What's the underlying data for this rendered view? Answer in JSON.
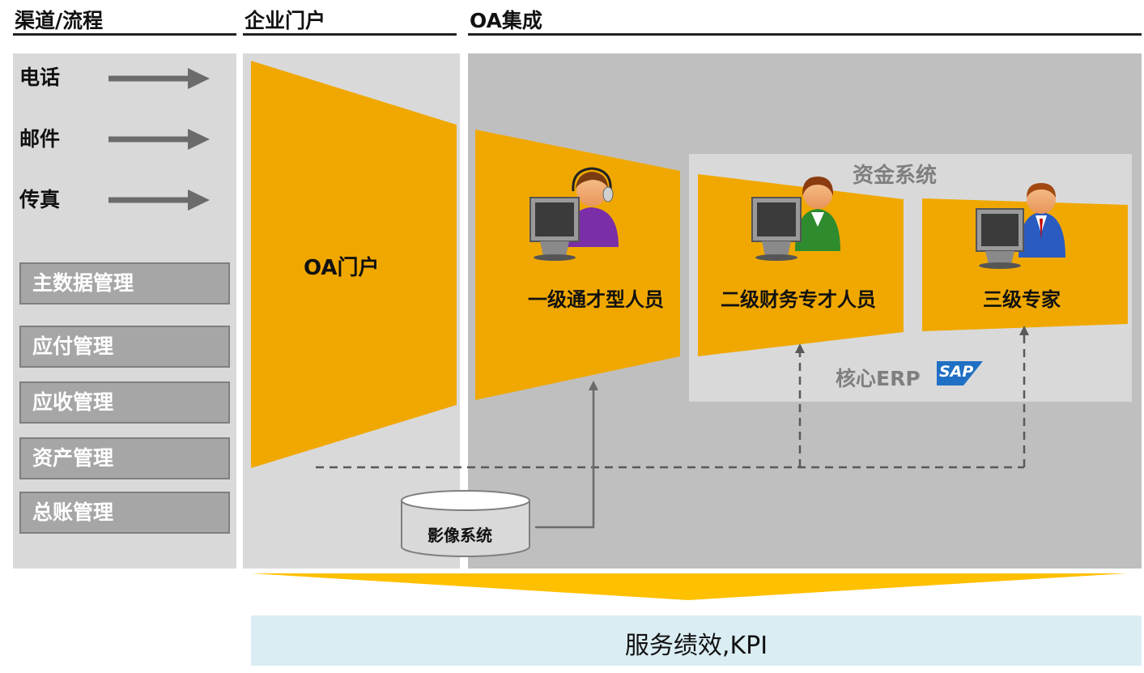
{
  "headers": {
    "channel": "渠道/流程",
    "portal": "企业门户",
    "oa": "OA集成"
  },
  "channels": [
    "电话",
    "邮件",
    "传真"
  ],
  "modules": [
    "主数据管理",
    "应付管理",
    "应收管理",
    "资产管理",
    "总账管理"
  ],
  "portal": {
    "label": "OA门户"
  },
  "roles": {
    "level1": "一级通才型人员",
    "level2": "二级财务专才人员",
    "level3": "三级专家"
  },
  "fund_system": "资金系统",
  "erp": {
    "label": "核心ERP",
    "logo_text": "SAP"
  },
  "imaging": "影像系统",
  "kpi": "服务绩效,KPI",
  "colors": {
    "accent_yellow": "#f0a800",
    "panel_light": "#d9d9d9",
    "panel_dark": "#bfbfbf",
    "module_gray": "#a6a6a6",
    "kpi_bg": "#daedf3",
    "sap_blue": "#1f6fc4"
  }
}
